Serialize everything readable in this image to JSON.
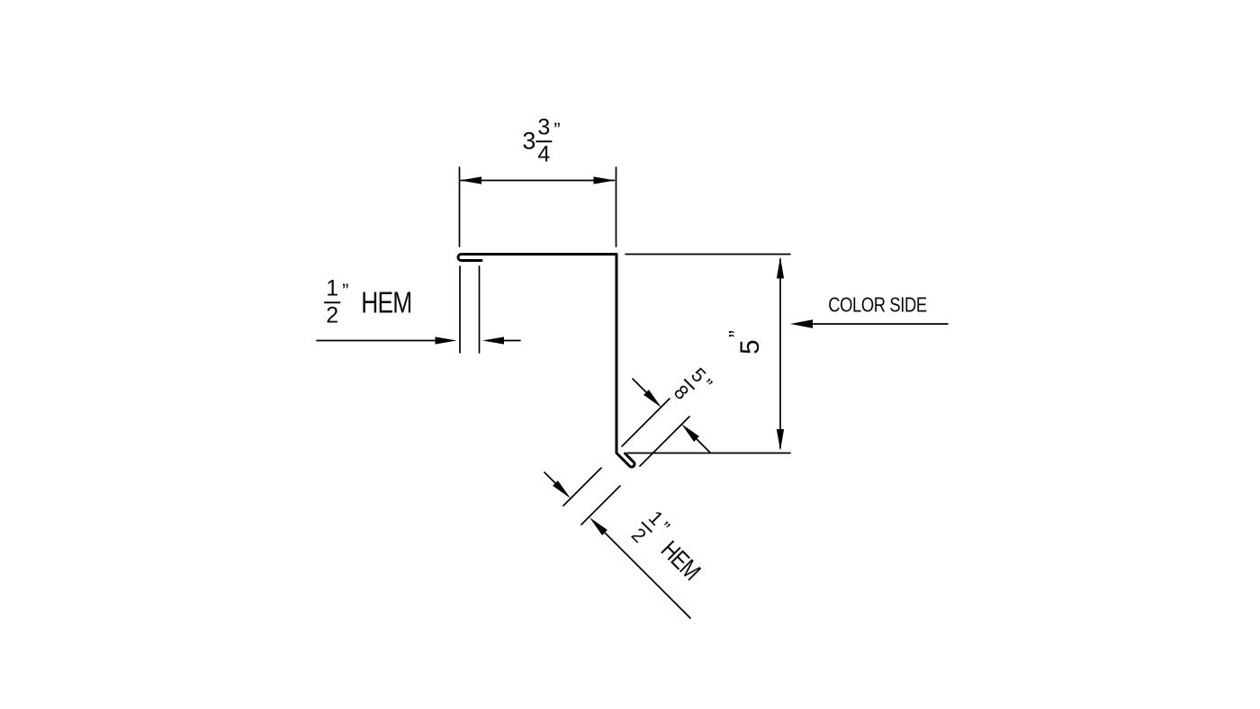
{
  "drawing": {
    "colors": {
      "line": "#000000",
      "background": "#ffffff"
    },
    "labels": {
      "top_width": {
        "whole": "3",
        "numerator": "3",
        "denominator": "4",
        "unit": "”"
      },
      "left_hem": {
        "numerator": "1",
        "denominator": "2",
        "unit": "”",
        "word": "HEM"
      },
      "height": {
        "value": "5",
        "unit": "”"
      },
      "color_side": "COLOR SIDE",
      "fold_depth": {
        "numerator": "5",
        "denominator": "8",
        "unit": "”"
      },
      "bottom_hem": {
        "numerator": "1",
        "denominator": "2",
        "unit": "”",
        "word": "HEM"
      }
    }
  }
}
